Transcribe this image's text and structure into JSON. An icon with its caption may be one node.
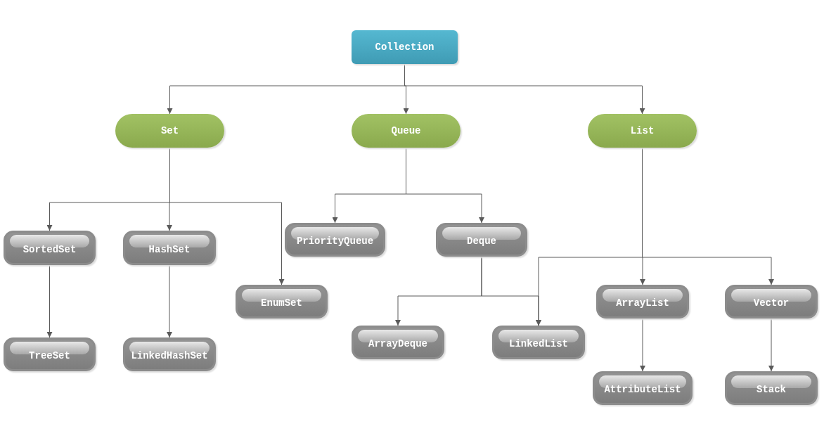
{
  "diagram": {
    "nodes": [
      {
        "text": [
          "Collection"
        ]
      },
      {
        "text": [
          "Set"
        ]
      },
      {
        "text": [
          "Queue"
        ]
      },
      {
        "text": [
          "List"
        ]
      },
      {
        "text": [
          "SortedSet"
        ]
      },
      {
        "text": [
          "HashSet"
        ]
      },
      {
        "text": [
          "EnumSet"
        ]
      },
      {
        "text": [
          "PriorityQueue"
        ]
      },
      {
        "text": [
          "Deque"
        ]
      },
      {
        "text": [
          "ArrayDeque"
        ]
      },
      {
        "text": [
          "LinkedList"
        ]
      },
      {
        "text": [
          "ArrayList"
        ]
      },
      {
        "text": [
          "Vector"
        ]
      },
      {
        "text": [
          "TreeSet"
        ]
      },
      {
        "text": [
          "LinkedHashSet"
        ]
      },
      {
        "text": [
          "AttributeList"
        ]
      },
      {
        "text": [
          "Stack"
        ]
      }
    ],
    "edges": [
      {
        "from": 0,
        "to": 1,
        "arrow": "to"
      },
      {
        "from": 0,
        "to": 2,
        "arrow": "to"
      },
      {
        "from": 0,
        "to": 3,
        "arrow": "to"
      },
      {
        "from": 1,
        "to": 4,
        "arrow": "to"
      },
      {
        "from": 1,
        "to": 5,
        "arrow": "to"
      },
      {
        "from": 1,
        "to": 6,
        "arrow": "to"
      },
      {
        "from": 2,
        "to": 7,
        "arrow": "to"
      },
      {
        "from": 2,
        "to": 8,
        "arrow": "to"
      },
      {
        "from": 8,
        "to": 9,
        "arrow": "to"
      },
      {
        "from": 8,
        "to": 10,
        "arrow": "to"
      },
      {
        "from": 3,
        "to": 10,
        "arrow": "to"
      },
      {
        "from": 3,
        "to": 11,
        "arrow": "to"
      },
      {
        "from": 3,
        "to": 12,
        "arrow": "to"
      },
      {
        "from": 4,
        "to": 13,
        "arrow": "to"
      },
      {
        "from": 5,
        "to": 14,
        "arrow": "to"
      },
      {
        "from": 11,
        "to": 15,
        "arrow": "to"
      },
      {
        "from": 12,
        "to": 16,
        "arrow": "to"
      }
    ]
  }
}
